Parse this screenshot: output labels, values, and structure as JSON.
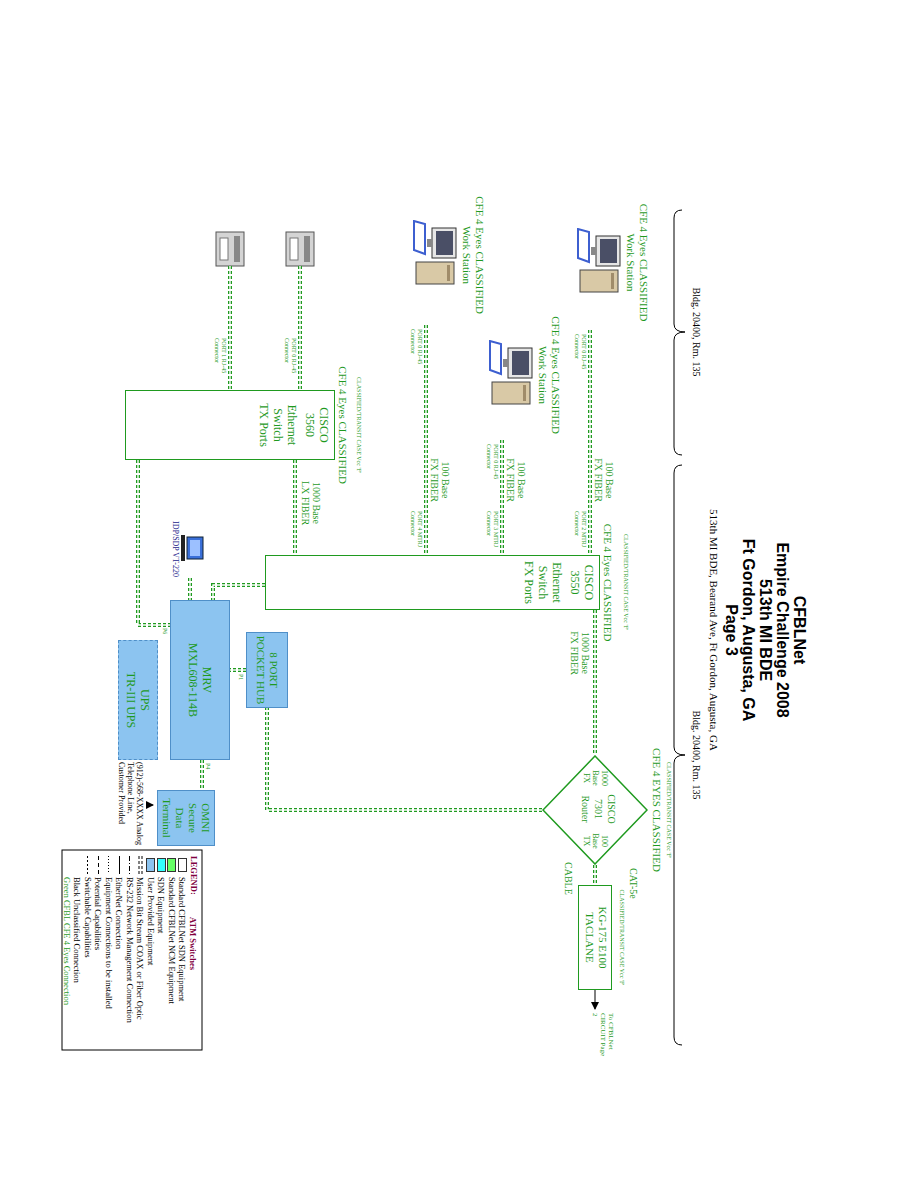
{
  "diagram": {
    "title": "CFBLNet",
    "nodes": [
      {
        "text": [
          "CFE 4 Eyes CLASSIFIED",
          "Work Station"
        ]
      },
      {
        "text": [
          "CFE 4 Eyes CLASSIFIED",
          "Work Station"
        ]
      },
      {
        "text": [
          "CFE 4 Eyes CLASSIFIED",
          "Work Station"
        ]
      },
      {
        "text": [
          "CFE 4 Eyes CLASSIFIED",
          "CISCO",
          "3550",
          "Ethernet Switch",
          "FX Ports"
        ]
      },
      {
        "text": [
          "CFE 4 Eyes CLASSIFIED",
          "CISCO",
          "3560",
          "Ethernet Switch",
          "TX Ports"
        ]
      },
      {
        "text": [
          "CFE 4 EYES CLASSIFIED",
          "1000 Base FX",
          "CISCO",
          "7301",
          "Router",
          "100 Base TX"
        ]
      },
      {
        "text": [
          "KG-175 E100",
          "TACLANE"
        ]
      },
      {
        "text": [
          "IDP/SDP VT-220"
        ]
      },
      {
        "text": [
          "8 PORT",
          "POCKET HUB"
        ]
      },
      {
        "text": [
          "MRV",
          "MXL608-114B"
        ]
      },
      {
        "text": [
          "UPS",
          "TR-III UPS"
        ]
      },
      {
        "text": [
          "OMNI",
          "Secure Data Terminal"
        ]
      }
    ],
    "edges": [
      {
        "from": 0,
        "to": 3,
        "arrow": "none",
        "label": "100 Base FX FIBER"
      },
      {
        "from": 1,
        "to": 3,
        "arrow": "none",
        "label": "100 Base FX FIBER"
      },
      {
        "from": 2,
        "to": 3,
        "arrow": "none",
        "label": "100 Base FX FIBER"
      },
      {
        "from": 4,
        "to": 3,
        "arrow": "none",
        "label": "1000 Base LX FIBER"
      },
      {
        "from": 3,
        "to": 5,
        "arrow": "none",
        "label": "1000 Base FX FIBER"
      },
      {
        "from": 5,
        "to": 6,
        "arrow": "none"
      },
      {
        "from": 5,
        "to": 8,
        "arrow": "none"
      },
      {
        "from": 8,
        "to": 9,
        "arrow": "none"
      },
      {
        "from": 3,
        "to": 9,
        "arrow": "none"
      },
      {
        "from": 4,
        "to": 9,
        "arrow": "none"
      },
      {
        "from": 7,
        "to": 9,
        "arrow": "none"
      },
      {
        "from": 9,
        "to": 11,
        "arrow": "none"
      }
    ],
    "labels": [
      "Empire Challenge 2008",
      "513th MI BDE",
      "Ft Gordon, Augusta, GA",
      "Page 3",
      "513th MI BDE, Bearand Ave, Ft Gordon, Augusta, GA",
      "Bldg. 20400, Rm. 135",
      "Bldg. 20400, Rm. 135",
      "PORT 0 RJ-45 Connector",
      "PORT 0 RJ-45 Connector",
      "PORT 0 RJ-45 Connector",
      "PORT 2 MTRJ Connector",
      "PORT 3 MTRJ Connector",
      "PORT 4 MTRJ Connector",
      "PORT 0 RJ-45 Connector",
      "PORT 1 RJ-45 Connector",
      "CLASSIFIED/TRANSIT CASE Vcc 'F'",
      "CLASSIFIED/TRANSIT CASE Vcc 'F'",
      "CLASSIFIED/TRANSIT CASE Vcc 'F'",
      "CLASSIFIED/TRANSIT CASE Vcc 'F'",
      "CAT-5e",
      "CABLE",
      "To CFBLNet CIRCUIT Page 2",
      "(912)-568-XXXX Analog Telephone Line, Customer Provided",
      "P1",
      "P4",
      "P6",
      "LEGEND:"
    ],
    "legend": [
      {
        "text": "ATM Switches"
      },
      {
        "text": "Standard CFBLNet SDN Equipment",
        "color": "#ffffff"
      },
      {
        "text": "Standard CFBLNet NCM Equipment",
        "color": "#66ff66"
      },
      {
        "text": "SDN Equipment",
        "color": "#33ffff"
      },
      {
        "text": "User Provided Equipment",
        "color": "#8cc4f0"
      },
      {
        "text": "Mission Bit Stream COAX or Fiber Optic"
      },
      {
        "text": "RS-232 Network Management Connection"
      },
      {
        "text": "EtherNet Connection"
      },
      {
        "text": "Equipment Connections to be installed"
      },
      {
        "text": "Potential Capabilities"
      },
      {
        "text": "Switchable Capabilities"
      },
      {
        "text": "Black Unclassified Connection"
      },
      {
        "text": "Green CFBL CFE 4 Eyes Connection"
      }
    ]
  }
}
